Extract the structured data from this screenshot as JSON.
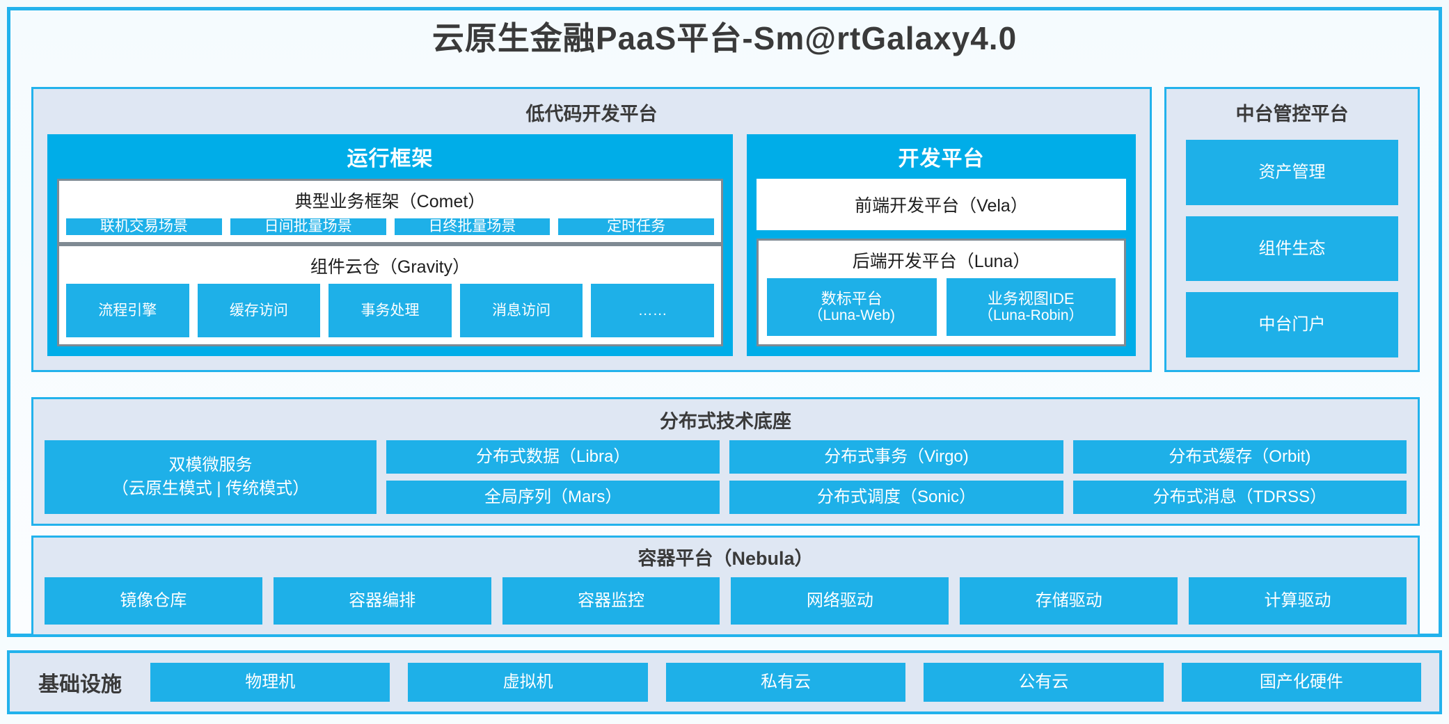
{
  "title": "云原生金融PaaS平台-Sm@rtGalaxy4.0",
  "colors": {
    "accent": "#00ade8",
    "chip": "#1eb0e8",
    "panel_bg": "#dfe7f3",
    "panel_border": "#22b2ec",
    "inner_border": "#7f8a93",
    "page_bg": "#f4fafd",
    "text_dark": "#3a3a3a"
  },
  "lowcode": {
    "title": "低代码开发平台",
    "runtime": {
      "title": "运行框架",
      "comet": {
        "title": "典型业务框架（Comet）",
        "chips": [
          "联机交易场景",
          "日间批量场景",
          "日终批量场景",
          "定时任务"
        ]
      },
      "gravity": {
        "title": "组件云仓（Gravity）",
        "chips": [
          "流程引擎",
          "缓存访问",
          "事务处理",
          "消息访问",
          "……"
        ]
      }
    },
    "devplatform": {
      "title": "开发平台",
      "vela": "前端开发平台（Vela）",
      "luna": {
        "title": "后端开发平台（Luna）",
        "chips": [
          {
            "name": "数标平台",
            "sub": "（Luna-Web)"
          },
          {
            "name": "业务视图IDE",
            "sub": "（Luna-Robin）"
          }
        ]
      }
    }
  },
  "midoffice": {
    "title": "中台管控平台",
    "items": [
      "资产管理",
      "组件生态",
      "中台门户"
    ]
  },
  "techbase": {
    "title": "分布式技术底座",
    "wide": {
      "line1": "双模微服务",
      "line2": "（云原生模式 | 传统模式）"
    },
    "columns": [
      [
        "分布式数据（Libra）",
        "全局序列（Mars）"
      ],
      [
        "分布式事务（Virgo)",
        "分布式调度（Sonic）"
      ],
      [
        "分布式缓存（Orbit)",
        "分布式消息（TDRSS）"
      ]
    ]
  },
  "container": {
    "title": "容器平台（Nebula）",
    "chips": [
      "镜像仓库",
      "容器编排",
      "容器监控",
      "网络驱动",
      "存储驱动",
      "计算驱动"
    ]
  },
  "infrastructure": {
    "label": "基础设施",
    "chips": [
      "物理机",
      "虚拟机",
      "私有云",
      "公有云",
      "国产化硬件"
    ]
  }
}
